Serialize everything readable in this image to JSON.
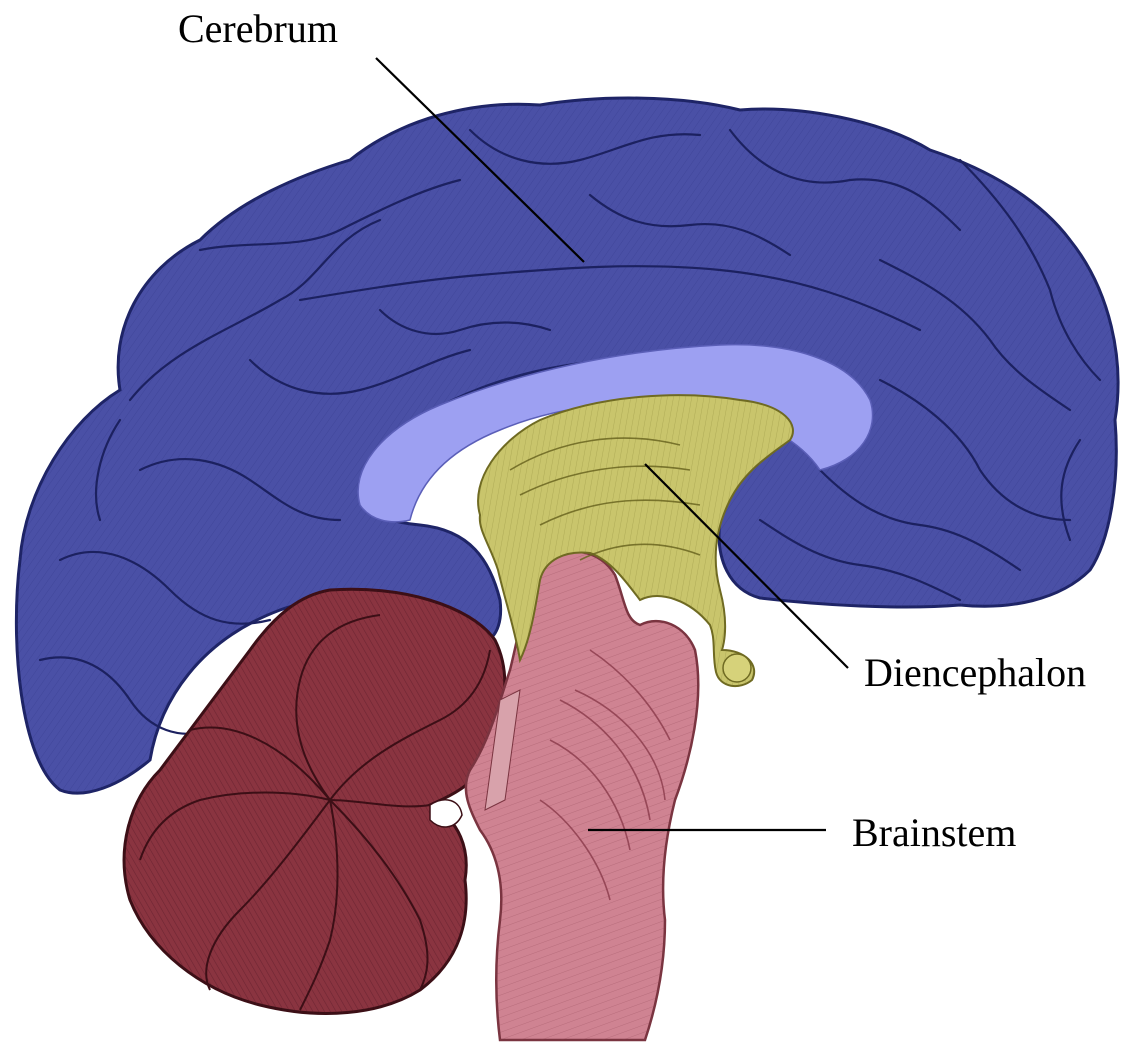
{
  "labels": {
    "cerebrum": "Cerebrum",
    "diencephalon": "Diencephalon",
    "brainstem": "Brainstem"
  },
  "colors": {
    "cerebrum": "#4a50a6",
    "cerebrum_outline": "#1e2466",
    "ventricle": "#9da0f2",
    "diencephalon": "#c9c56c",
    "diencephalon_outline": "#6f6a22",
    "brainstem": "#cf8392",
    "brainstem_outline": "#7a3440",
    "cerebellum": "#8a3440",
    "cerebellum_outline": "#3c0f16",
    "background": "#ffffff"
  }
}
